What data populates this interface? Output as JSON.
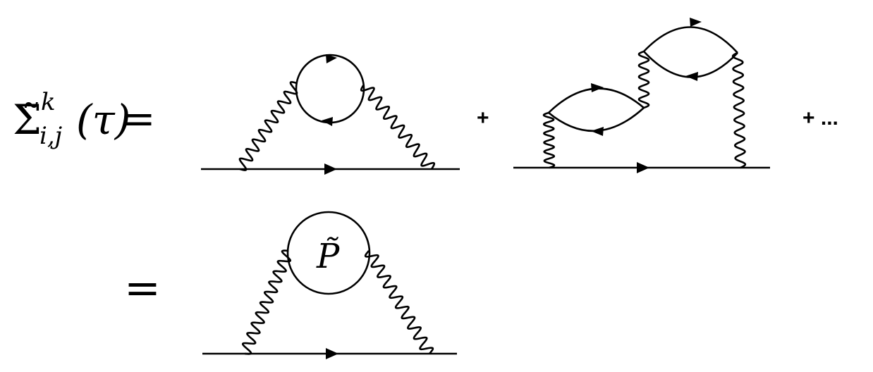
{
  "equation": {
    "lhs_symbol": "Σ̃",
    "lhs_superscript": "k",
    "lhs_subscript": "i,j",
    "lhs_argument": "(τ)",
    "equals_top": "=",
    "equals_bottom": "=",
    "plus": "+",
    "plus_ellipsis": "+ ...",
    "polarization_label": "P̃"
  },
  "colors": {
    "ink": "#000000",
    "background": "#ffffff"
  }
}
